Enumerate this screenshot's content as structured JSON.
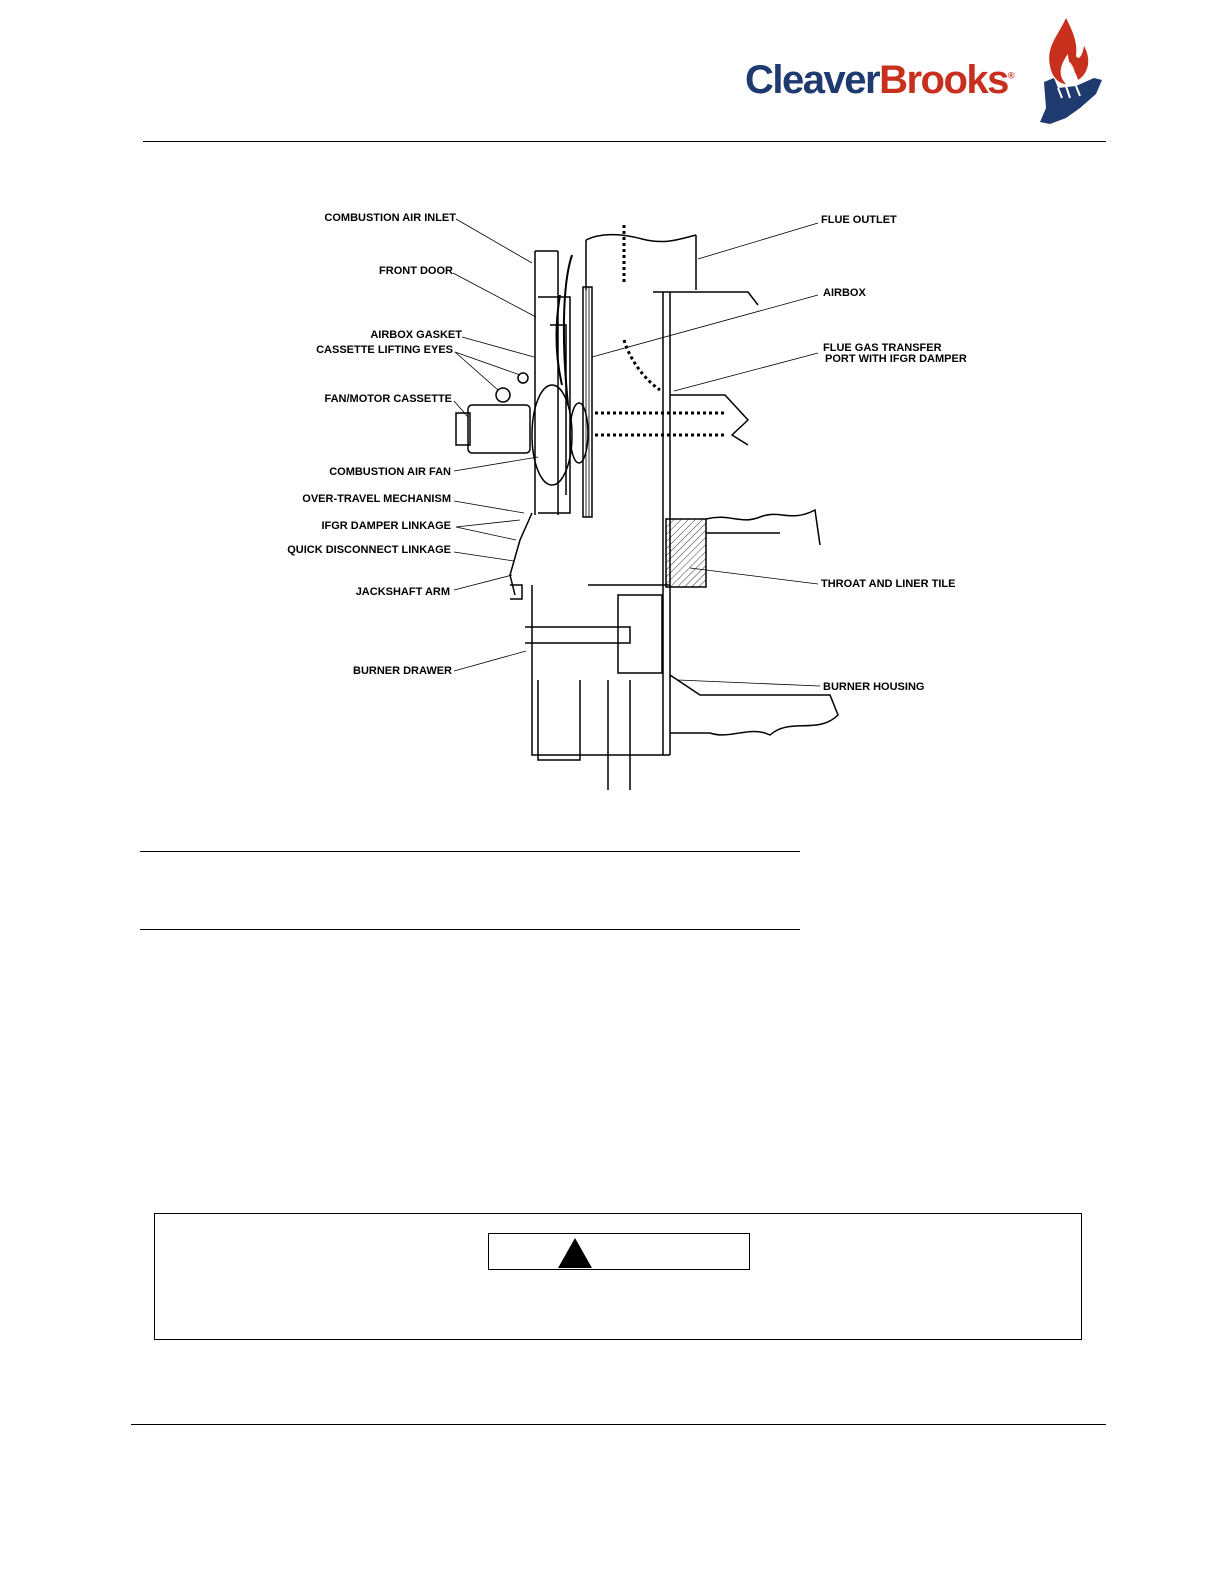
{
  "logo": {
    "part1": "Cleaver",
    "part2": "Brooks",
    "reg": "®"
  },
  "figure": {
    "labels": {
      "combustion_air_inlet": "COMBUSTION AIR INLET",
      "front_door": "FRONT DOOR",
      "airbox_gasket": "AIRBOX GASKET",
      "cassette_lifting_eyes": "CASSETTE LIFTING EYES",
      "fan_motor_cassette": "FAN/MOTOR CASSETTE",
      "combustion_air_fan": "COMBUSTION AIR FAN",
      "over_travel": "OVER-TRAVEL MECHANISM",
      "ifgr_damper_linkage": "IFGR DAMPER LINKAGE",
      "quick_disconnect": "QUICK DISCONNECT LINKAGE",
      "jackshaft_arm": "JACKSHAFT ARM",
      "burner_drawer": "BURNER DRAWER",
      "flue_outlet": "FLUE OUTLET",
      "airbox": "AIRBOX",
      "flue_gas_line1": "FLUE GAS TRANSFER",
      "flue_gas_line2": "PORT WITH IFGR DAMPER",
      "throat_liner": "THROAT AND LINER TILE",
      "burner_housing": "BURNER HOUSING"
    }
  },
  "colors": {
    "navy": "#1e3a6e",
    "red": "#c8301e"
  },
  "caution": {
    "icon": "warning-triangle-icon"
  }
}
